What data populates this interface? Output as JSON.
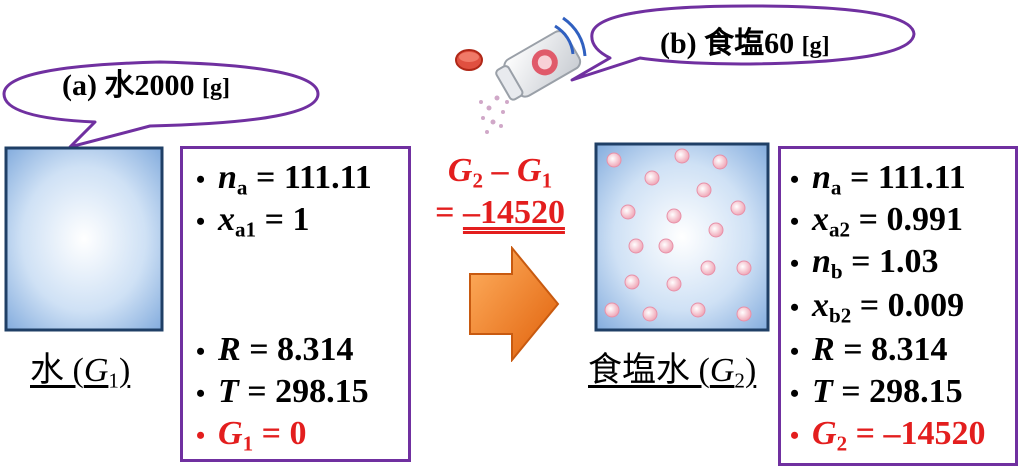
{
  "bubble_a": {
    "label": "(a)",
    "substance": "水2000",
    "unit": "[g]"
  },
  "bubble_b": {
    "label": "(b)",
    "substance": "食塩60",
    "unit": "[g]"
  },
  "left_caption": {
    "name": "水",
    "symbol": "G",
    "sub": "1"
  },
  "right_caption": {
    "name": "食塩水",
    "symbol": "G",
    "sub": "2"
  },
  "delta": {
    "sym1": "G",
    "sub1": "2",
    "minus": "–",
    "sym2": "G",
    "sub2": "1",
    "equals": "=",
    "value": "–14520"
  },
  "left_panel": {
    "na": {
      "var": "n",
      "sub": "a",
      "value": "= 111.11"
    },
    "xa1": {
      "var": "x",
      "sub": "a1",
      "value": "= 1"
    },
    "R": {
      "var": "R",
      "value": "= 8.314"
    },
    "T": {
      "var": "T",
      "value": "= 298.15"
    },
    "G1": {
      "var": "G",
      "sub": "1",
      "value": "= 0"
    }
  },
  "right_panel": {
    "na": {
      "var": "n",
      "sub": "a",
      "value": "= 111.11"
    },
    "xa2": {
      "var": "x",
      "sub": "a2",
      "value": "= 0.991"
    },
    "nb": {
      "var": "n",
      "sub": "b",
      "value": "= 1.03"
    },
    "xb2": {
      "var": "x",
      "sub": "b2",
      "value": "= 0.009"
    },
    "R": {
      "var": "R",
      "value": "= 8.314"
    },
    "T": {
      "var": "T",
      "value": "= 298.15"
    },
    "G2": {
      "var": "G",
      "sub": "2",
      "value": "= –14520"
    }
  },
  "colors": {
    "panel_border": "#7030a0",
    "highlight": "#e31e1e",
    "arrow": "#f07820",
    "water": "#8fb8e8"
  }
}
